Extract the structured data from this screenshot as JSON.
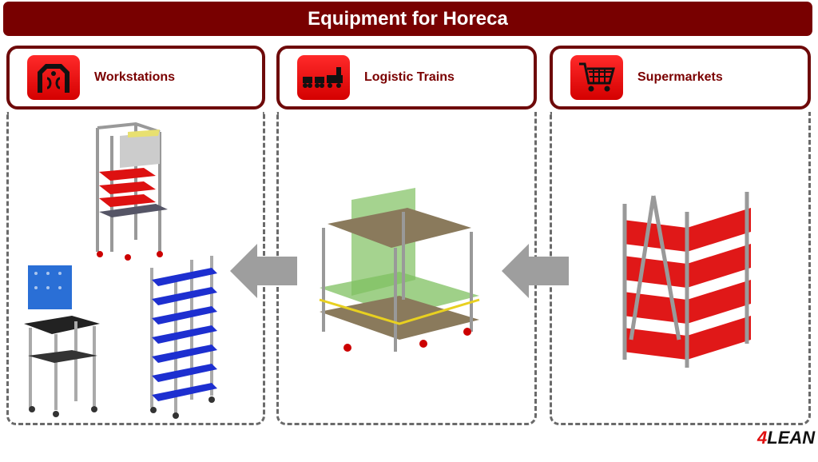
{
  "title": "Equipment  for Horeca",
  "sections": [
    {
      "label": "Workstations",
      "icon": "workstation-icon"
    },
    {
      "label": "Logistic Trains",
      "icon": "train-icon"
    },
    {
      "label": "Supermarkets",
      "icon": "shopping-cart-icon"
    }
  ],
  "logo": {
    "prefix": "4",
    "text": "LEAN"
  },
  "colors": {
    "brand": "#780000",
    "icon": "#e60000",
    "arrow": "#9e9e9e"
  }
}
